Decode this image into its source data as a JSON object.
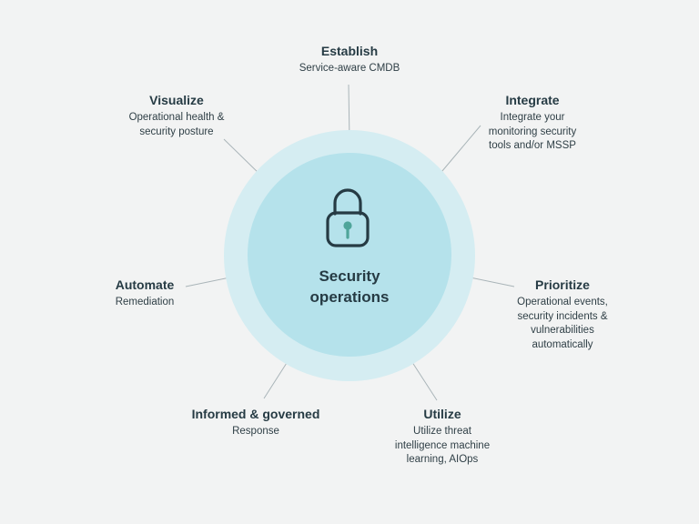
{
  "center": {
    "title_line1": "Security",
    "title_line2": "operations",
    "icon": "lock-icon"
  },
  "nodes": {
    "establish": {
      "title": "Establish",
      "desc": [
        "Service-aware CMDB"
      ]
    },
    "integrate": {
      "title": "Integrate",
      "desc": [
        "Integrate your",
        "monitoring security",
        "tools and/or MSSP"
      ]
    },
    "prioritize": {
      "title": "Prioritize",
      "desc": [
        "Operational events,",
        "security incidents &",
        "vulnerabilities",
        "automatically"
      ]
    },
    "utilize": {
      "title": "Utilize",
      "desc": [
        "Utilize threat",
        "intelligence machine",
        "learning, AIOps"
      ]
    },
    "informed": {
      "title": "Informed & governed",
      "desc": [
        "Response"
      ]
    },
    "automate": {
      "title": "Automate",
      "desc": [
        "Remediation"
      ]
    },
    "visualize": {
      "title": "Visualize",
      "desc": [
        "Operational health &",
        "security posture"
      ]
    }
  },
  "colors": {
    "background": "#f2f3f3",
    "outer_ring": "#d5edf2",
    "inner_circle": "#b5e2eb",
    "lock_stroke": "#263b44",
    "keyhole": "#4fa59a",
    "connector": "#a9b4b8"
  }
}
